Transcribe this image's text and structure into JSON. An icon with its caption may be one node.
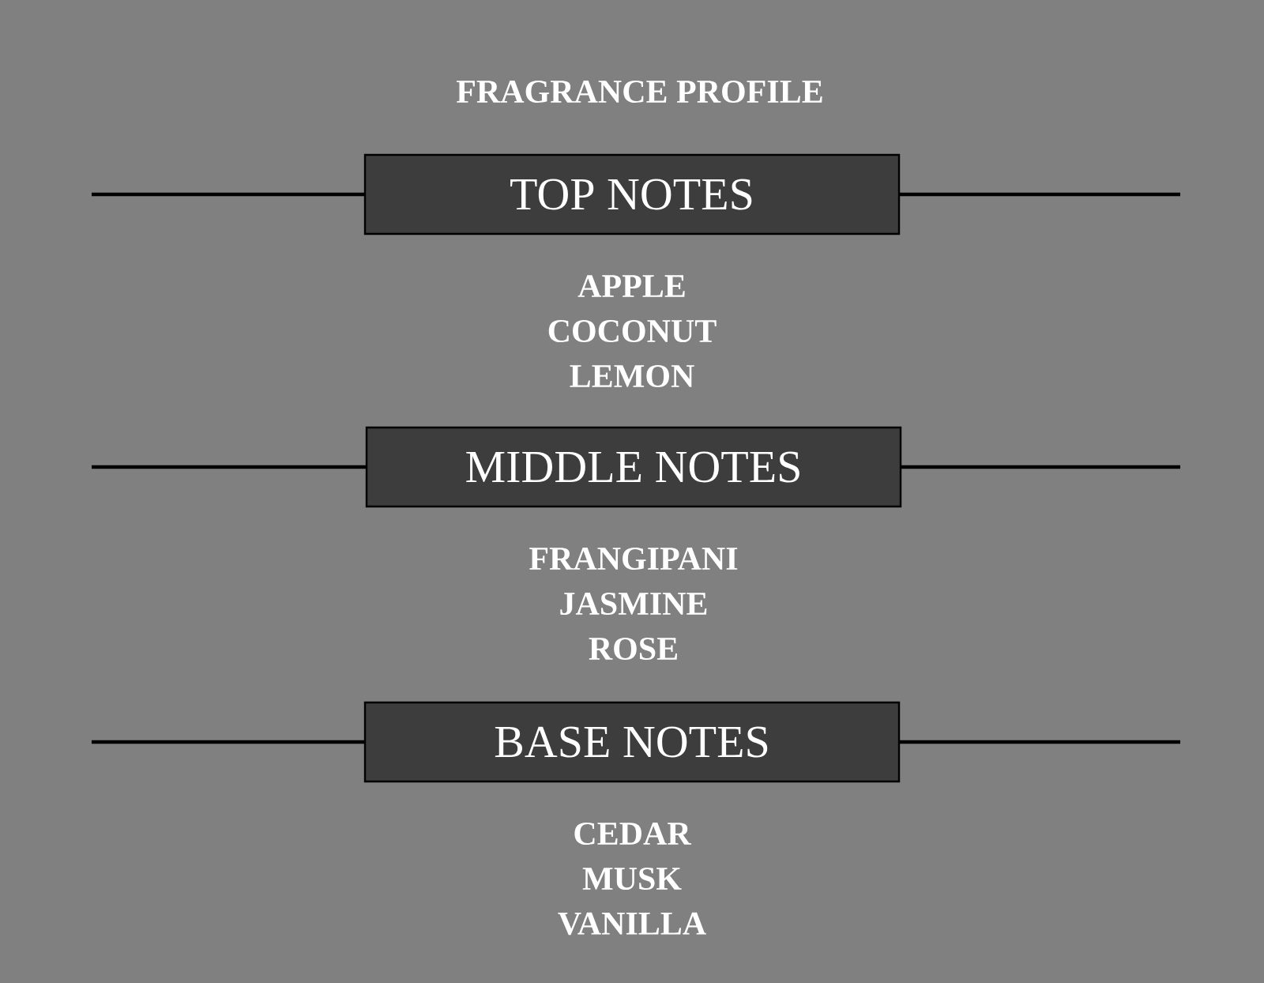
{
  "diagram": {
    "title": "FRAGRANCE PROFILE",
    "nodes": [
      {
        "text": [
          "TOP NOTES"
        ],
        "beside": [
          "APPLE",
          "COCONUT",
          "LEMON"
        ]
      },
      {
        "text": [
          "MIDDLE NOTES"
        ],
        "beside": [
          "FRANGIPANI",
          "JASMINE",
          "ROSE"
        ]
      },
      {
        "text": [
          "BASE NOTES"
        ],
        "beside": [
          "CEDAR",
          "MUSK",
          "VANILLA"
        ]
      }
    ]
  }
}
